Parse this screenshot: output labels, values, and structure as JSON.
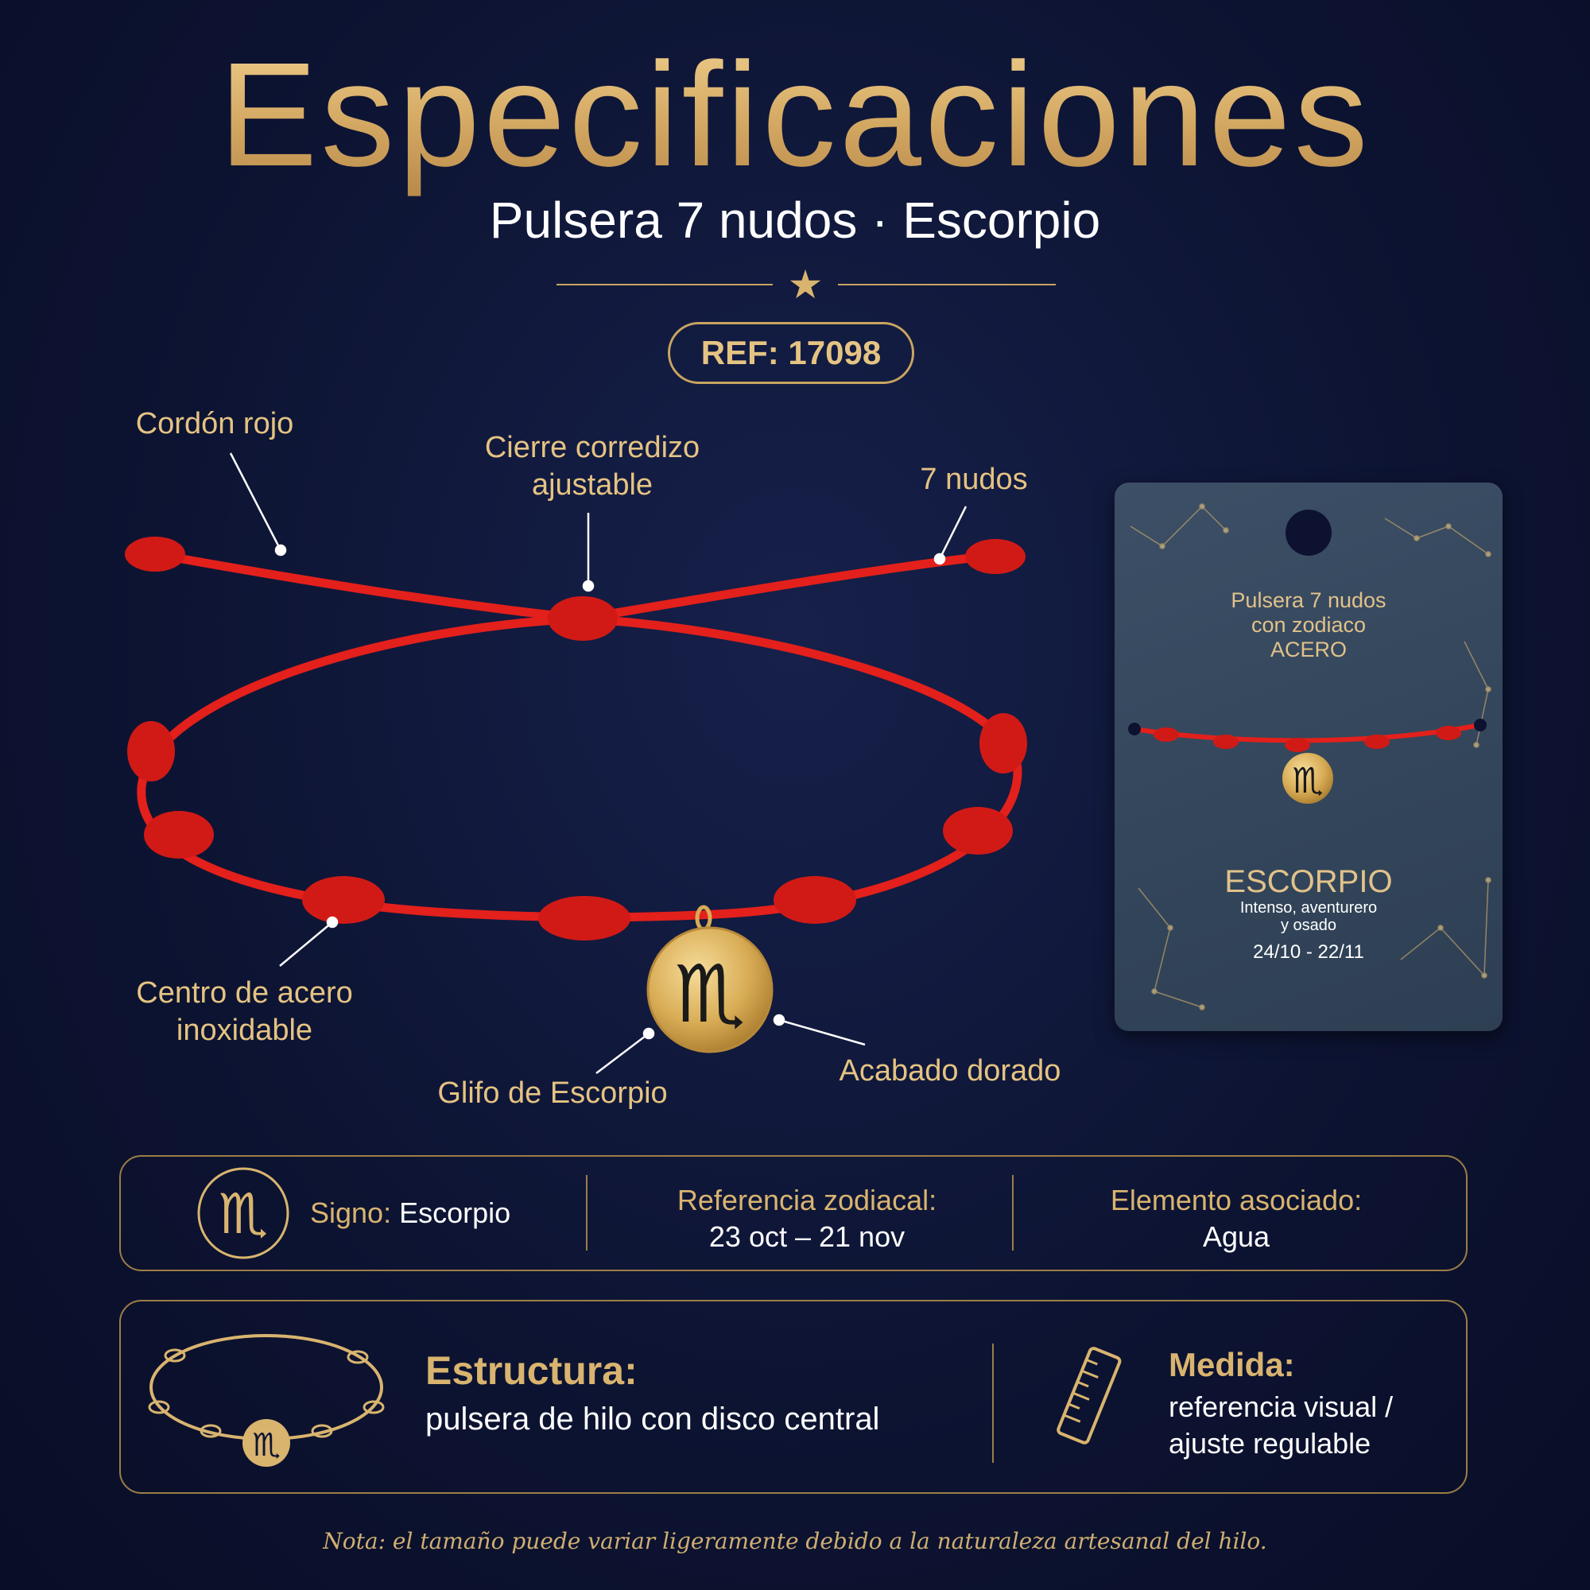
{
  "header": {
    "title": "Especificaciones",
    "subtitle": "Pulsera 7 nudos · Escorpio",
    "star": "★",
    "ref": "REF: 17098"
  },
  "callouts": {
    "cord": "Cordón rojo",
    "clasp_line1": "Cierre corredizo",
    "clasp_line2": "ajustable",
    "knots": "7 nudos",
    "steel_line1": "Centro de acero",
    "steel_line2": "inoxidable",
    "glyph": "Glifo de Escorpio",
    "finish": "Acabado dorado"
  },
  "card": {
    "line1": "Pulsera 7 nudos",
    "line2": "con zodiaco",
    "line3": "ACERO",
    "sign": "ESCORPIO",
    "desc1": "Intenso, aventurero",
    "desc2": "y osado",
    "dates": "24/10 - 22/11"
  },
  "info_bar": {
    "sign_label": "Signo:",
    "sign_value": "Escorpio",
    "zodiac_label": "Referencia zodiacal:",
    "zodiac_value": "23 oct – 21 nov",
    "element_label": "Elemento asociado:",
    "element_value": "Agua"
  },
  "structure_bar": {
    "structure_label": "Estructura:",
    "structure_value": "pulsera de hilo con disco central",
    "size_label": "Medida:",
    "size_value1": "referencia visual /",
    "size_value2": "ajuste regulable"
  },
  "glyph": "♏",
  "note": "Nota: el tamaño puede variar ligeramente debido a la naturaleza artesanal del hilo.",
  "icons": {
    "sign": "scorpio-icon",
    "bracelet": "bracelet-icon",
    "ruler": "ruler-icon"
  },
  "colors": {
    "background": "#0d1433",
    "gold": "#d9b46f",
    "cord_red": "#e3201b",
    "card": "#3a4b62"
  }
}
